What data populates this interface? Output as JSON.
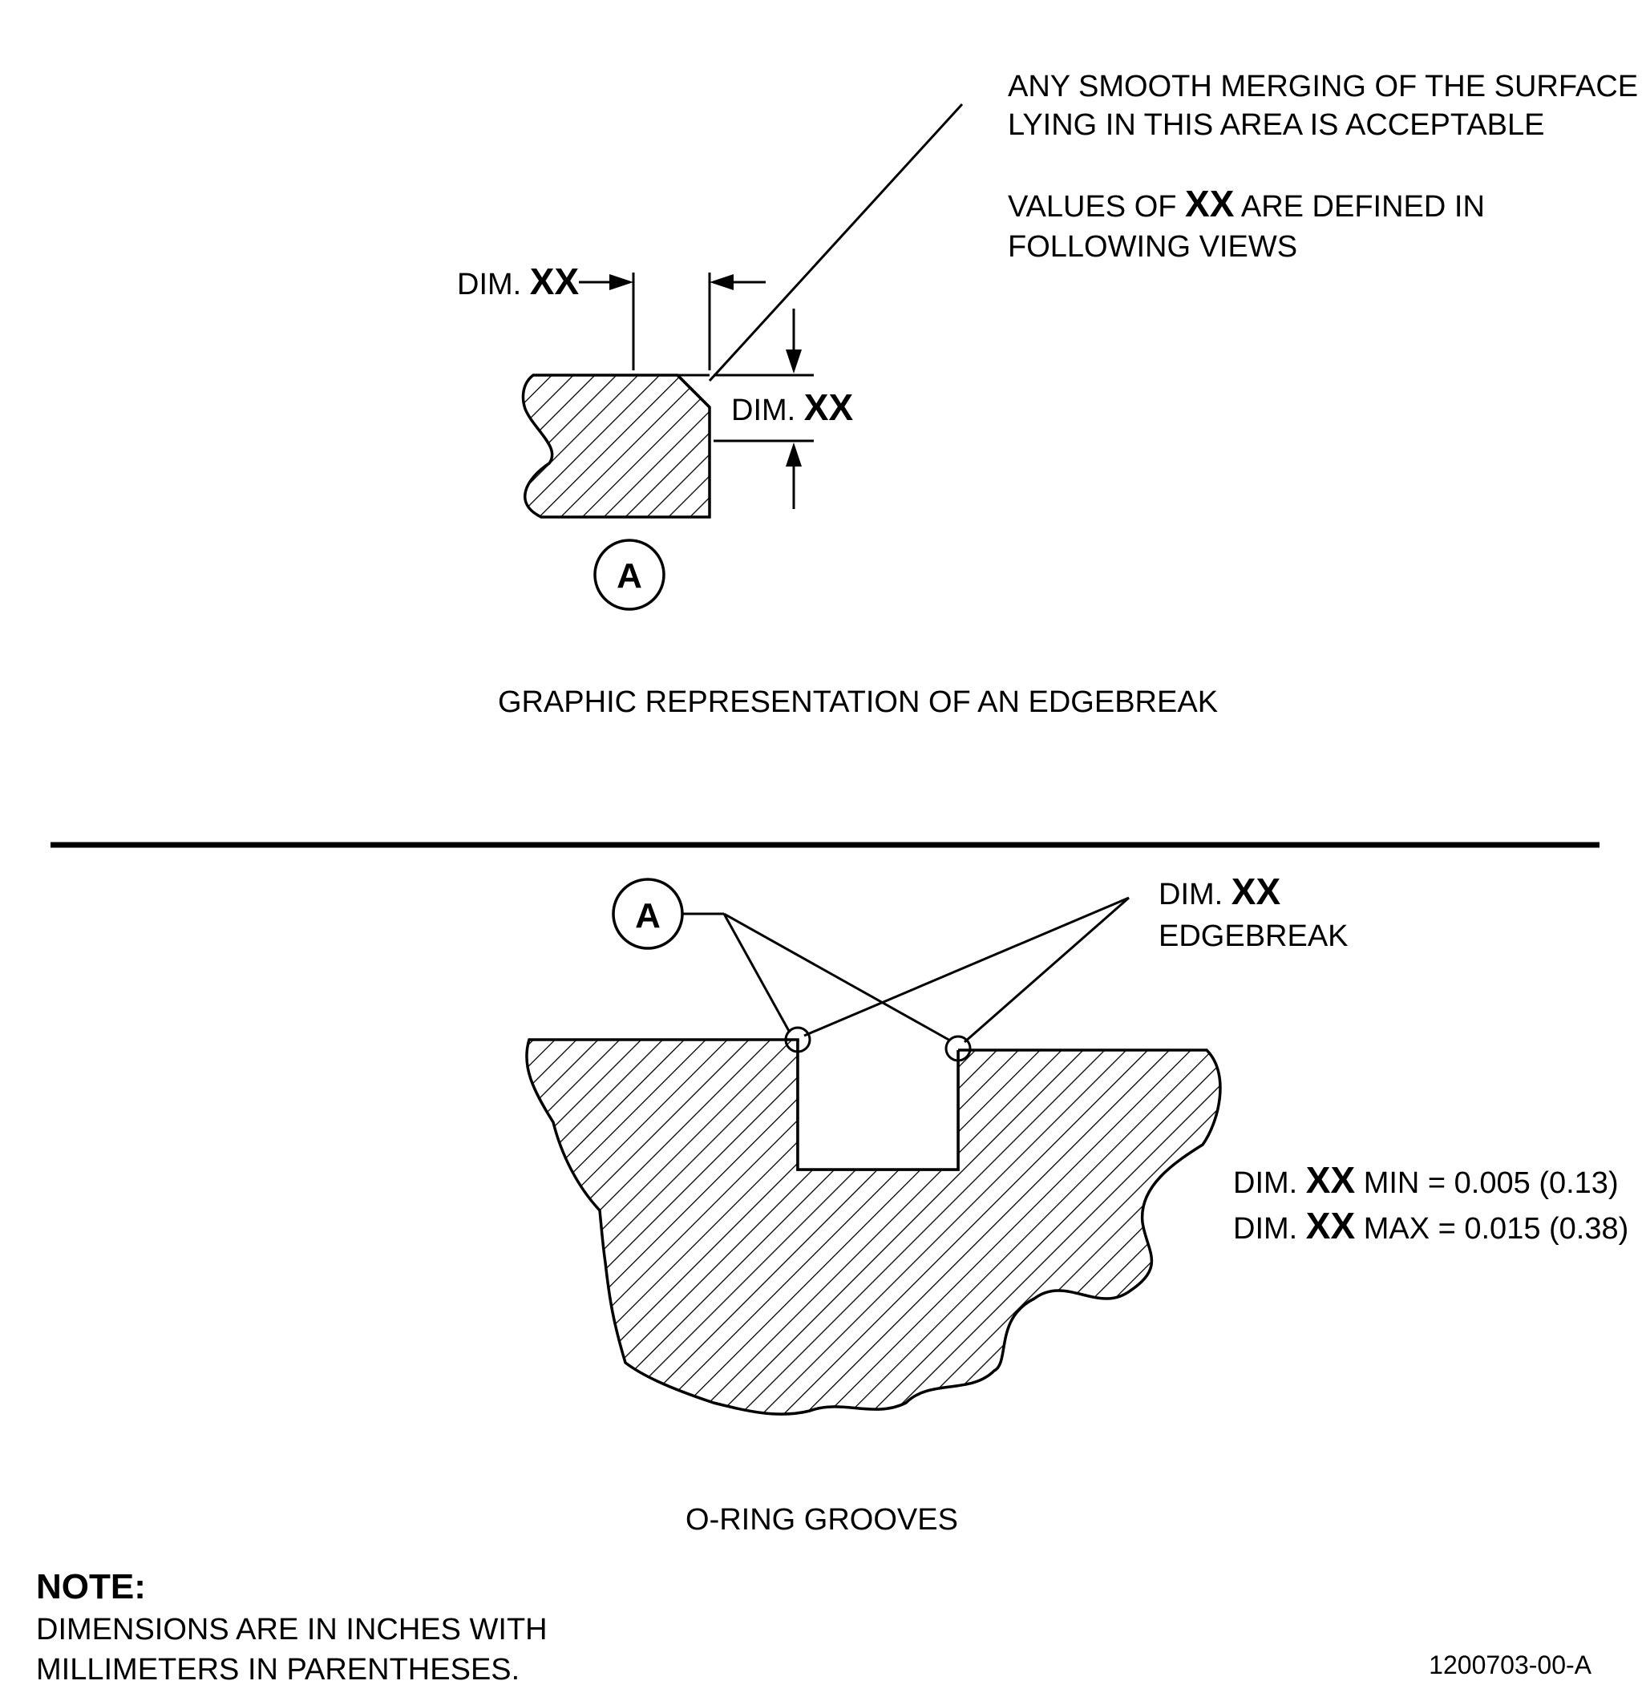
{
  "top_view": {
    "note_line1": "ANY SMOOTH MERGING OF THE SURFACE",
    "note_line2": "LYING IN THIS AREA IS ACCEPTABLE",
    "values_prefix": "VALUES OF ",
    "values_bold": "XX",
    "values_suffix": " ARE DEFINED IN",
    "values_line2": "FOLLOWING VIEWS",
    "dim_h_prefix": "DIM. ",
    "dim_h_bold": "XX",
    "dim_v_prefix": "DIM. ",
    "dim_v_bold": "XX",
    "detail_marker": "A",
    "caption": "GRAPHIC REPRESENTATION OF AN EDGEBREAK"
  },
  "bottom_view": {
    "detail_marker": "A",
    "callout_prefix": "DIM. ",
    "callout_bold": "XX",
    "callout_line2": "EDGEBREAK",
    "min_prefix": "DIM. ",
    "min_bold": "XX",
    "min_suffix": " MIN = 0.005 (0.13)",
    "max_prefix": "DIM. ",
    "max_bold": "XX",
    "max_suffix": " MAX = 0.015 (0.38)",
    "caption": "O-RING GROOVES"
  },
  "note": {
    "heading": "NOTE:",
    "line1": "DIMENSIONS ARE IN INCHES WITH",
    "line2": "MILLIMETERS IN PARENTHESES."
  },
  "figure_id": "1200703-00-A"
}
